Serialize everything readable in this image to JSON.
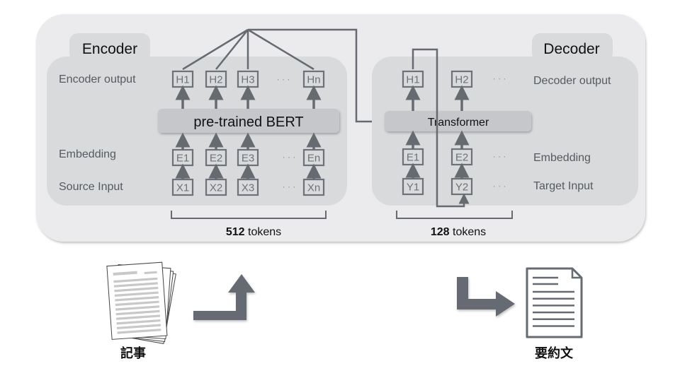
{
  "encoder": {
    "title": "Encoder",
    "row_labels": {
      "output": "Encoder output",
      "embedding": "Embedding",
      "input": "Source Input"
    },
    "model": "pre-trained BERT",
    "outputs": [
      "H1",
      "H2",
      "H3",
      "Hn"
    ],
    "embeddings": [
      "E1",
      "E2",
      "E3",
      "En"
    ],
    "inputs": [
      "X1",
      "X2",
      "X3",
      "Xn"
    ],
    "ellipsis": "· · ·",
    "token_count": "512",
    "token_unit": " tokens"
  },
  "decoder": {
    "title": "Decoder",
    "row_labels": {
      "output": "Decoder output",
      "embedding": "Embedding",
      "input": "Target Input"
    },
    "model": "Transformer",
    "outputs": [
      "H1",
      "H2"
    ],
    "embeddings": [
      "E1",
      "E2"
    ],
    "inputs": [
      "Y1",
      "Y2"
    ],
    "ellipsis": "· · ·",
    "token_count": "128",
    "token_unit": " tokens"
  },
  "bottom": {
    "source_label": "記事",
    "summary_label": "要約文",
    "source_icon": "documents-stack-icon",
    "summary_icon": "document-icon"
  },
  "colors": {
    "outer_panel": "#ebebed",
    "inner_panel": "#d9dadc",
    "block": "#c6c7ca",
    "stroke": "#666b72",
    "token_text": "#6e7177",
    "label_text": "#555a60"
  }
}
